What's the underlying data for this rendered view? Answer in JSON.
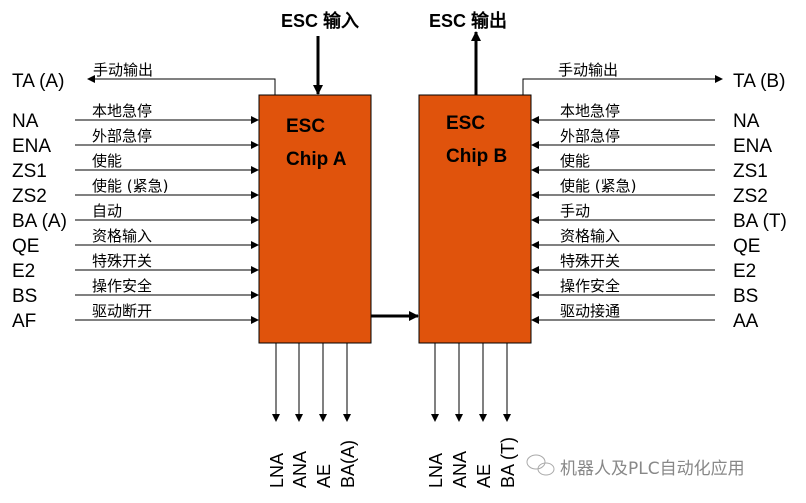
{
  "top": {
    "esc_input": "ESC 输入",
    "esc_output": "ESC 输出"
  },
  "chip_a": {
    "line1": "ESC",
    "line2": "Chip A",
    "color": "#E0530C"
  },
  "chip_b": {
    "line1": "ESC",
    "line2": "Chip B",
    "color": "#E0530C"
  },
  "left": {
    "output": {
      "signal": "TA (A)",
      "label": "手动输出"
    },
    "inputs": [
      {
        "signal": "NA",
        "label": "本地急停"
      },
      {
        "signal": "ENA",
        "label": "外部急停"
      },
      {
        "signal": "ZS1",
        "label": "使能"
      },
      {
        "signal": "ZS2",
        "label": "使能 (紧急)"
      },
      {
        "signal": "BA (A)",
        "label": "自动"
      },
      {
        "signal": "QE",
        "label": "资格输入"
      },
      {
        "signal": "E2",
        "label": "特殊开关"
      },
      {
        "signal": "BS",
        "label": "操作安全"
      },
      {
        "signal": "AF",
        "label": "驱动断开"
      }
    ]
  },
  "right": {
    "output": {
      "signal": "TA (B)",
      "label": "手动输出"
    },
    "inputs": [
      {
        "signal": "NA",
        "label": "本地急停"
      },
      {
        "signal": "ENA",
        "label": "外部急停"
      },
      {
        "signal": "ZS1",
        "label": "使能"
      },
      {
        "signal": "ZS2",
        "label": "使能 (紧急)"
      },
      {
        "signal": "BA (T)",
        "label": "手动"
      },
      {
        "signal": "QE",
        "label": "资格输入"
      },
      {
        "signal": "E2",
        "label": "特殊开关"
      },
      {
        "signal": "BS",
        "label": " 操作安全"
      },
      {
        "signal": "AA",
        "label": "驱动接通"
      }
    ]
  },
  "bottom_a": [
    "LNA",
    "ANA",
    "AE",
    "BA(A)"
  ],
  "bottom_b": [
    "LNA",
    "ANA",
    "AE",
    "BA (T)"
  ],
  "watermark": "机器人及PLC自动化应用"
}
